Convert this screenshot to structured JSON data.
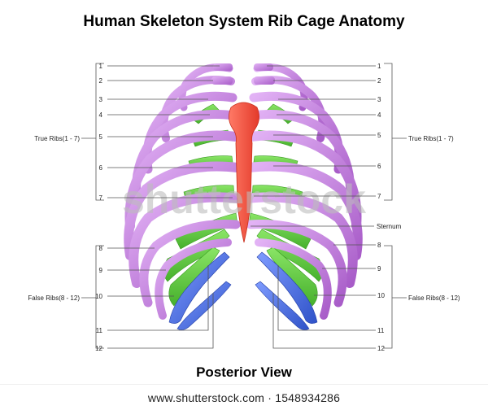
{
  "title": "Human Skeleton System Rib Cage Anatomy",
  "subtitle": "Posterior View",
  "footer": "www.shutterstock.com · 1548934286",
  "watermark": "shutterstock",
  "groups": {
    "true_ribs": "True Ribs(1 - 7)",
    "false_ribs": "False Ribs(8 - 12)"
  },
  "sternum_label": "Sternum",
  "rib_numbers": [
    "1",
    "2",
    "3",
    "4",
    "5",
    "6",
    "7",
    "8",
    "9",
    "10",
    "11",
    "12"
  ],
  "colors": {
    "true_rib": "#c77fe0",
    "false_rib": "#6cd04a",
    "floating_rib": "#4a6fe0",
    "sternum": "#ff5a4a",
    "leader": "#555555"
  }
}
